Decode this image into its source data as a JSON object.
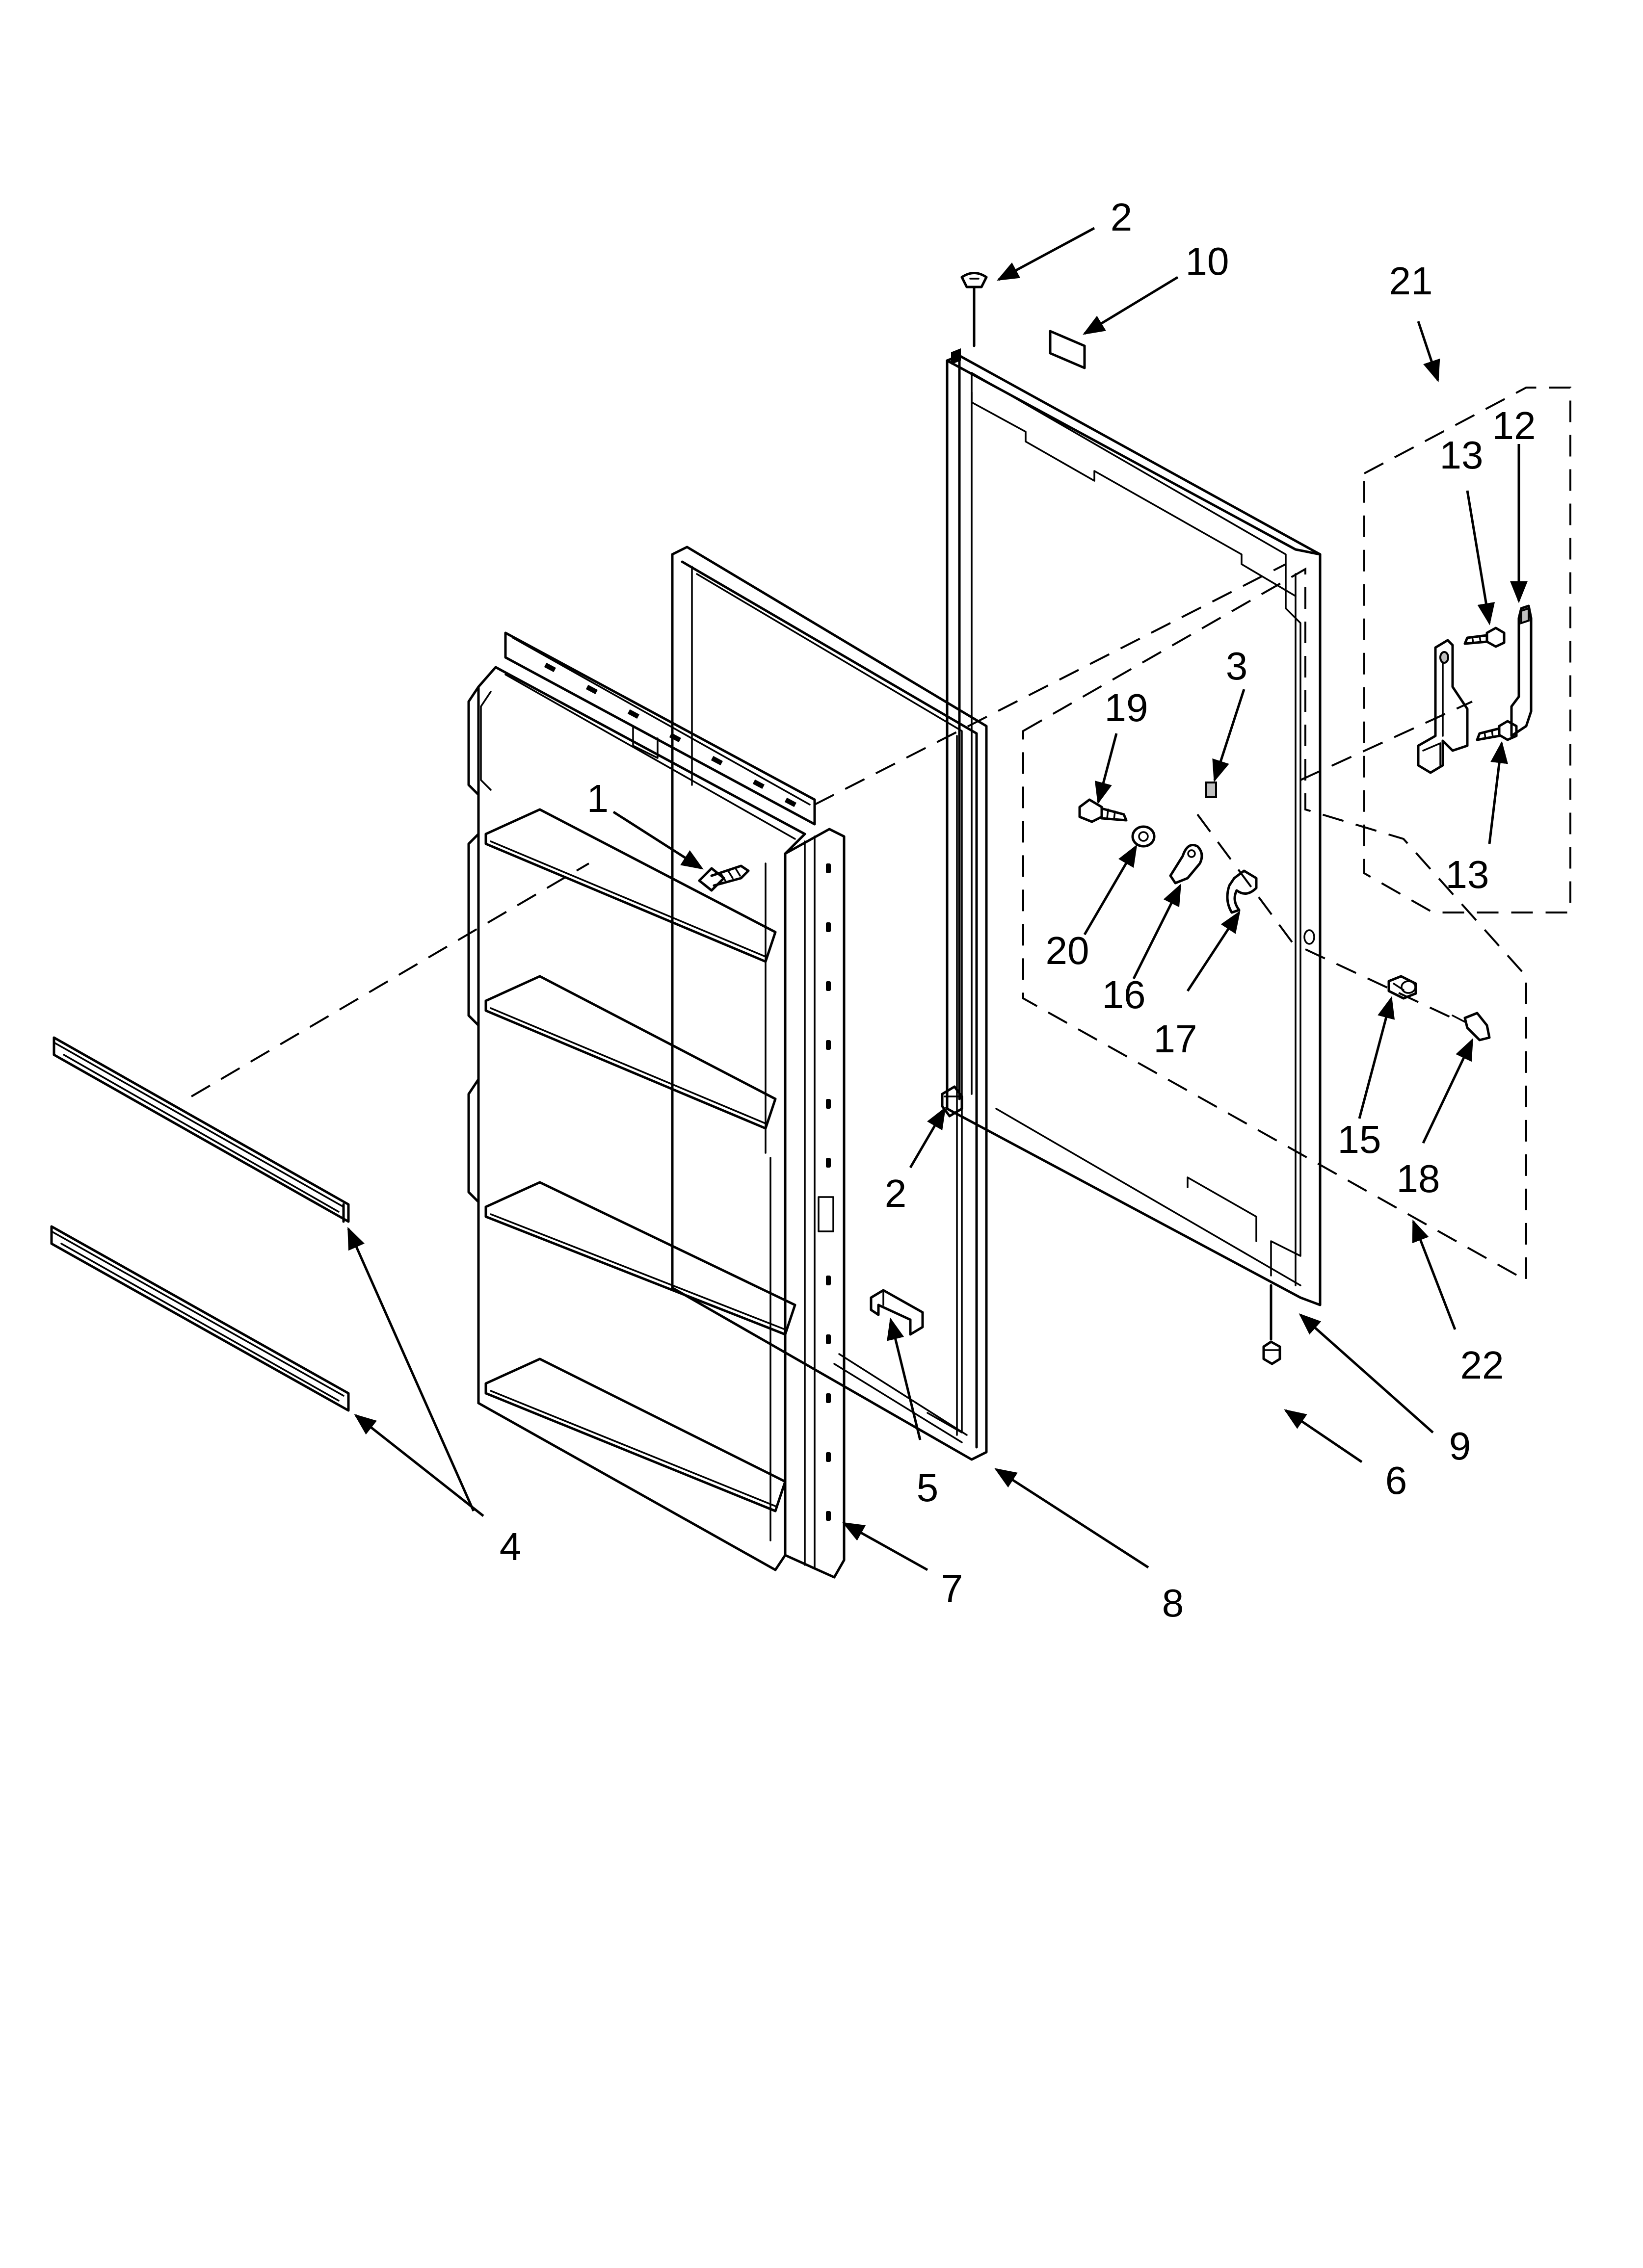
{
  "diagram": {
    "type": "exploded-parts-view",
    "callouts": {
      "c1": "1",
      "c2_top": "2",
      "c2_mid": "2",
      "c3": "3",
      "c4": "4",
      "c5": "5",
      "c6": "6",
      "c7": "7",
      "c8": "8",
      "c9": "9",
      "c10": "10",
      "c12": "12",
      "c13_top": "13",
      "c13_bottom": "13",
      "c15": "15",
      "c16": "16",
      "c17": "17",
      "c18": "18",
      "c19": "19",
      "c20": "20",
      "c21": "21",
      "c22": "22"
    }
  }
}
